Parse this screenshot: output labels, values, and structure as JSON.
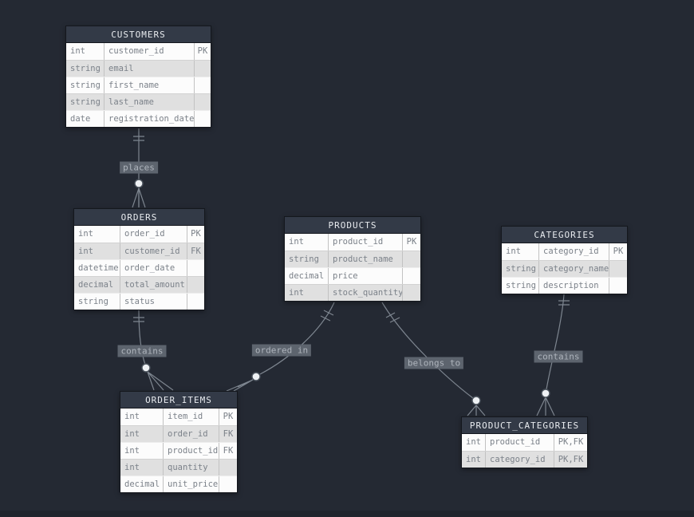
{
  "entities": {
    "customers": {
      "title": "CUSTOMERS",
      "rows": [
        {
          "type": "int",
          "name": "customer_id",
          "key": "PK"
        },
        {
          "type": "string",
          "name": "email",
          "key": ""
        },
        {
          "type": "string",
          "name": "first_name",
          "key": ""
        },
        {
          "type": "string",
          "name": "last_name",
          "key": ""
        },
        {
          "type": "date",
          "name": "registration_date",
          "key": ""
        }
      ]
    },
    "orders": {
      "title": "ORDERS",
      "rows": [
        {
          "type": "int",
          "name": "order_id",
          "key": "PK"
        },
        {
          "type": "int",
          "name": "customer_id",
          "key": "FK"
        },
        {
          "type": "datetime",
          "name": "order_date",
          "key": ""
        },
        {
          "type": "decimal",
          "name": "total_amount",
          "key": ""
        },
        {
          "type": "string",
          "name": "status",
          "key": ""
        }
      ]
    },
    "products": {
      "title": "PRODUCTS",
      "rows": [
        {
          "type": "int",
          "name": "product_id",
          "key": "PK"
        },
        {
          "type": "string",
          "name": "product_name",
          "key": ""
        },
        {
          "type": "decimal",
          "name": "price",
          "key": ""
        },
        {
          "type": "int",
          "name": "stock_quantity",
          "key": ""
        }
      ]
    },
    "categories": {
      "title": "CATEGORIES",
      "rows": [
        {
          "type": "int",
          "name": "category_id",
          "key": "PK"
        },
        {
          "type": "string",
          "name": "category_name",
          "key": ""
        },
        {
          "type": "string",
          "name": "description",
          "key": ""
        }
      ]
    },
    "order_items": {
      "title": "ORDER_ITEMS",
      "rows": [
        {
          "type": "int",
          "name": "item_id",
          "key": "PK"
        },
        {
          "type": "int",
          "name": "order_id",
          "key": "FK"
        },
        {
          "type": "int",
          "name": "product_id",
          "key": "FK"
        },
        {
          "type": "int",
          "name": "quantity",
          "key": ""
        },
        {
          "type": "decimal",
          "name": "unit_price",
          "key": ""
        }
      ]
    },
    "product_categories": {
      "title": "PRODUCT_CATEGORIES",
      "rows": [
        {
          "type": "int",
          "name": "product_id",
          "key": "PK,FK"
        },
        {
          "type": "int",
          "name": "category_id",
          "key": "PK,FK"
        }
      ]
    }
  },
  "relationships": [
    {
      "label": "places",
      "from": "CUSTOMERS",
      "to": "ORDERS"
    },
    {
      "label": "contains",
      "from": "ORDERS",
      "to": "ORDER_ITEMS"
    },
    {
      "label": "ordered in",
      "from": "PRODUCTS",
      "to": "ORDER_ITEMS"
    },
    {
      "label": "belongs to",
      "from": "PRODUCTS",
      "to": "PRODUCT_CATEGORIES"
    },
    {
      "label": "contains",
      "from": "CATEGORIES",
      "to": "PRODUCT_CATEGORIES"
    }
  ],
  "colors": {
    "canvas_bg": "#242933",
    "entity_header_bg": "#333a47",
    "entity_header_text": "#e8ebef",
    "row_bg": "#fcfcfc",
    "row_alt_bg": "#e0e0e0",
    "row_text": "#7b8189",
    "edge": "#7e8690",
    "label_bg": "#5d646e",
    "label_text": "#aeb4bc"
  }
}
